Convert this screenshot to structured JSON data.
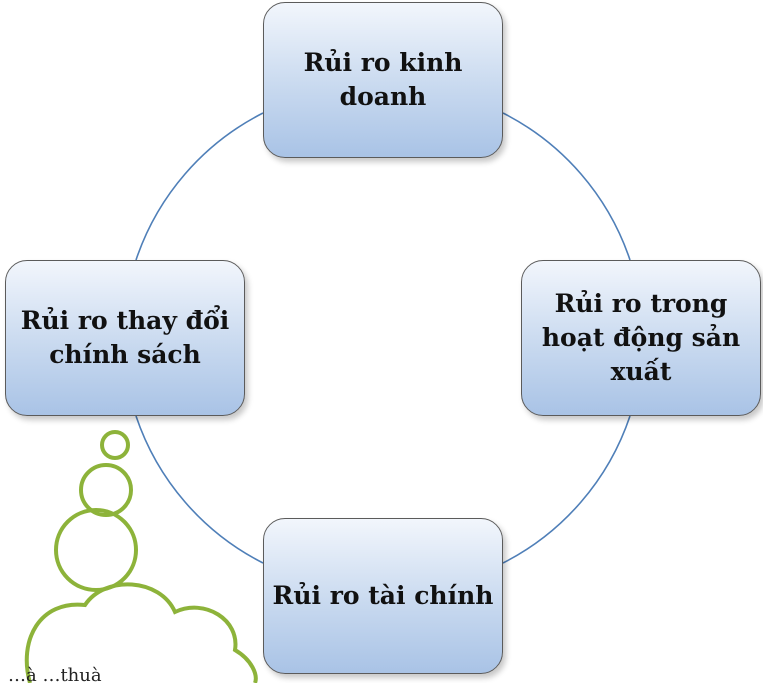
{
  "diagram": {
    "nodes": {
      "top": "Rủi ro kinh doanh",
      "right": "Rủi ro trong hoạt động sản xuất",
      "bottom": "Rủi ro tài chính",
      "left": "Rủi ro thay đổi chính sách"
    },
    "connector_color": "#4f7fb8",
    "node_fill_top": "#f2f6fc",
    "node_fill_bottom": "#a9c3e6",
    "node_border": "#5b5b5b"
  },
  "thought_bubble": {
    "text": "…à …thuà",
    "stroke_color": "#8db33a"
  }
}
